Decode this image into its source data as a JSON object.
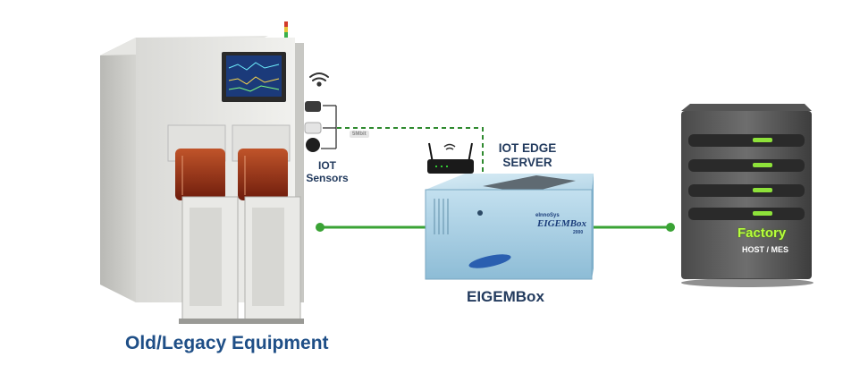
{
  "labels": {
    "legacy_equipment": "Old/Legacy Equipment",
    "iot_sensors_line1": "IOT",
    "iot_sensors_line2": "Sensors",
    "edge_server_line1": "IOT EDGE",
    "edge_server_line2": "SERVER",
    "eigembox": "EIGEMBox",
    "factory": "Factory",
    "host_mes": "HOST / MES"
  },
  "box_branding": {
    "small": "eInnoSys",
    "big": "EIGEMBox",
    "sub": "2000"
  },
  "connector_tag": "5Mbit",
  "colors": {
    "link_green": "#3aa335",
    "wireless_dashed": "#2f8a2f",
    "label_blue": "#1f4f87",
    "server_led": "#8ee23a",
    "box_blue": "#a9cfe3"
  },
  "icons": [
    "wifi-icon",
    "router-icon",
    "sensor-icon",
    "server-tower-icon",
    "legacy-machine-icon",
    "edge-box-icon"
  ]
}
